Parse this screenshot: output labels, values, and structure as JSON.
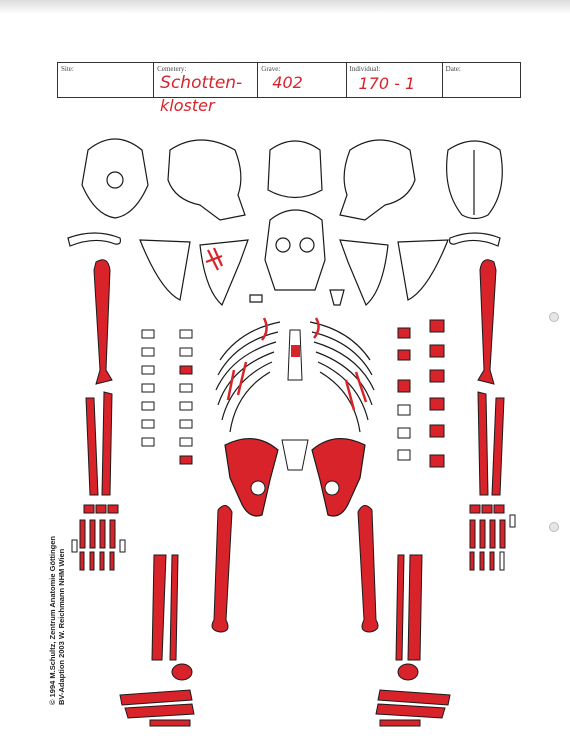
{
  "form": {
    "fields": [
      {
        "label": "Site:",
        "value": ""
      },
      {
        "label": "Cemetery:",
        "value": "Schotten-",
        "value2": "kloster"
      },
      {
        "label": "Grave:",
        "value": "402"
      },
      {
        "label": "Individual:",
        "value": "170 - 1"
      },
      {
        "label": "Date:",
        "value": ""
      }
    ]
  },
  "credit": {
    "line1": "© 1994 M.Schultz, Zentrum Anatomie  Göttingen",
    "line2": "BV-Adaption 2003 W. Reichmann  NHM Wien"
  },
  "colors": {
    "present": "#d8232a",
    "outline": "#1a1a1a",
    "paper": "#ffffff"
  }
}
